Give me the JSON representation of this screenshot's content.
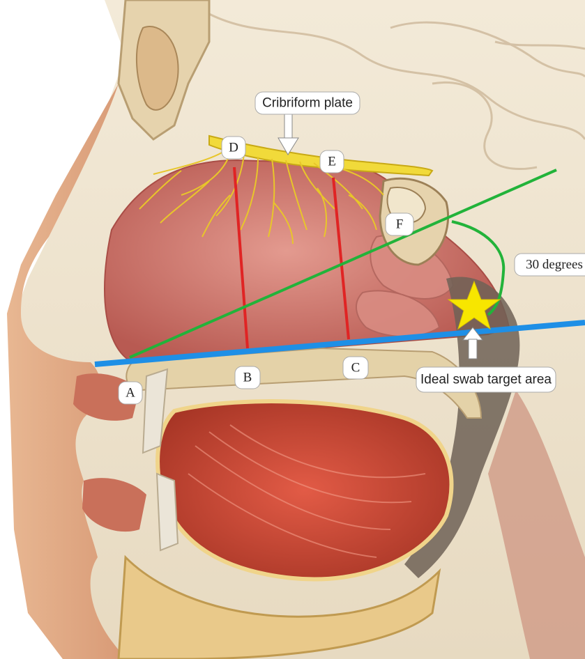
{
  "labels": {
    "cribriform": "Cribriform plate",
    "a": "A",
    "b": "B",
    "c": "C",
    "d": "D",
    "e": "E",
    "f": "F",
    "angle": "30 degrees",
    "target": "Ideal swab target area"
  },
  "colors": {
    "background": "#efe3cf",
    "skin": "#e9b58f",
    "muscle": "#b94a3c",
    "nasal_cavity": "#c86f66",
    "bone": "#e4d2a8",
    "nerve": "#e8c62a",
    "guide_red": "#e02424",
    "guide_green": "#22b33a",
    "guide_blue": "#1e8fe6",
    "star": "#f7e600"
  }
}
